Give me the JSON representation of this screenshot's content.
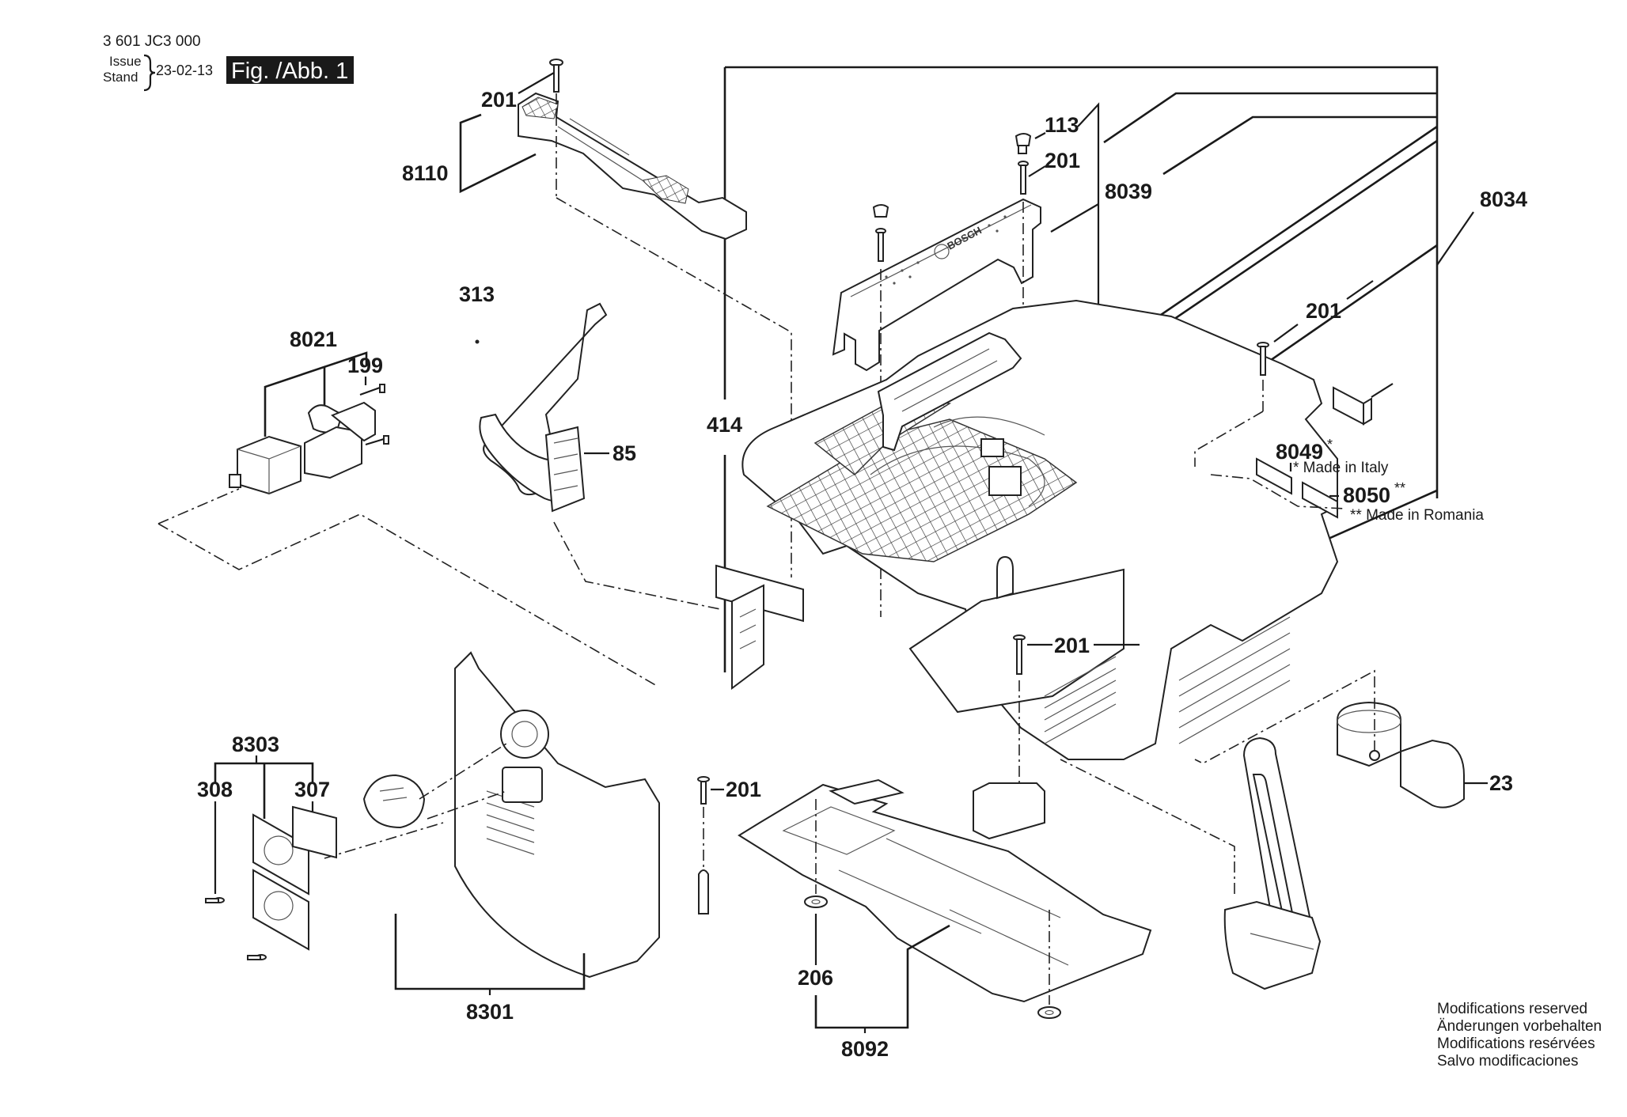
{
  "header": {
    "part_number": "3 601 JC3 000",
    "issue_label": "Issue",
    "stand_label": "Stand",
    "issue_date": "23-02-13",
    "figure_label": "Fig. /Abb. 1"
  },
  "callouts": [
    {
      "id": "c-201-a",
      "text": "201"
    },
    {
      "id": "c-8110",
      "text": "8110"
    },
    {
      "id": "c-313",
      "text": "313"
    },
    {
      "id": "c-8021",
      "text": "8021"
    },
    {
      "id": "c-199",
      "text": "199"
    },
    {
      "id": "c-85",
      "text": "85"
    },
    {
      "id": "c-414",
      "text": "414"
    },
    {
      "id": "c-113",
      "text": "113"
    },
    {
      "id": "c-201-b",
      "text": "201"
    },
    {
      "id": "c-8039",
      "text": "8039"
    },
    {
      "id": "c-8034",
      "text": "8034"
    },
    {
      "id": "c-201-c",
      "text": "201"
    },
    {
      "id": "c-8049",
      "text": "8049",
      "mark": "*"
    },
    {
      "id": "c-8050",
      "text": "8050",
      "mark": "**"
    },
    {
      "id": "c-201-d",
      "text": "201"
    },
    {
      "id": "c-23",
      "text": "23"
    },
    {
      "id": "c-201-e",
      "text": "201"
    },
    {
      "id": "c-8303",
      "text": "8303"
    },
    {
      "id": "c-308",
      "text": "308"
    },
    {
      "id": "c-307",
      "text": "307"
    },
    {
      "id": "c-8301",
      "text": "8301"
    },
    {
      "id": "c-206",
      "text": "206"
    },
    {
      "id": "c-8092",
      "text": "8092"
    }
  ],
  "footnotes": {
    "italy": "* Made in Italy",
    "romania": "**  Made in Romania"
  },
  "disclaimer": [
    "Modifications reserved",
    "Änderungen vorbehalten",
    "Modifications resérvées",
    "Salvo modificaciones"
  ],
  "brand_mark": "BOSCH"
}
